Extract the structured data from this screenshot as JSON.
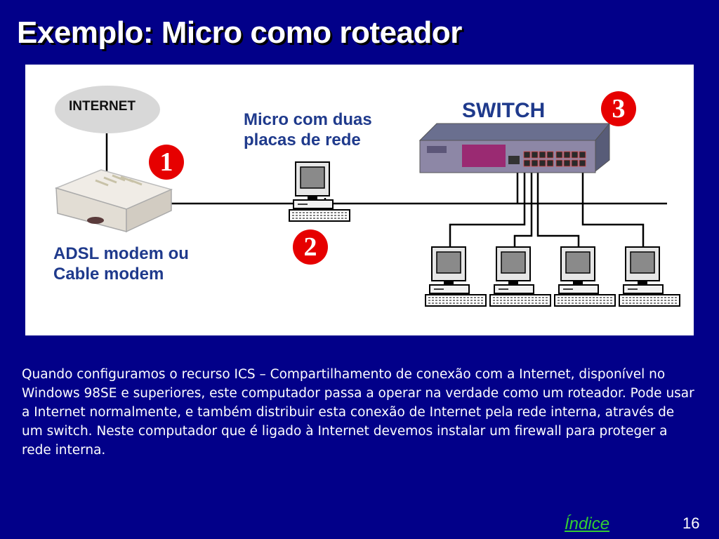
{
  "title": "Exemplo: Micro como roteador",
  "diagram": {
    "internet_label": "INTERNET",
    "micro_label": "Micro com duas placas de rede",
    "switch_label": "SWITCH",
    "modem_label": "ADSL modem ou Cable modem",
    "markers": [
      "1",
      "2",
      "3"
    ],
    "marker_color": "#e60000",
    "label_color": "#1f3a8c"
  },
  "body_text": "Quando configuramos o recurso ICS – Compartilhamento de conexão com a Internet, disponível no Windows 98SE e superiores, este computador passa a operar na verdade como um roteador. Pode usar a Internet normalmente, e também distribuir esta conexão de Internet pela rede interna, através de um switch. Neste computador que é ligado à Internet devemos instalar um firewall para proteger a rede interna.",
  "footer": {
    "index_label": "Índice",
    "page_number": "16"
  },
  "colors": {
    "background": "#020089",
    "link": "#33cc33"
  }
}
